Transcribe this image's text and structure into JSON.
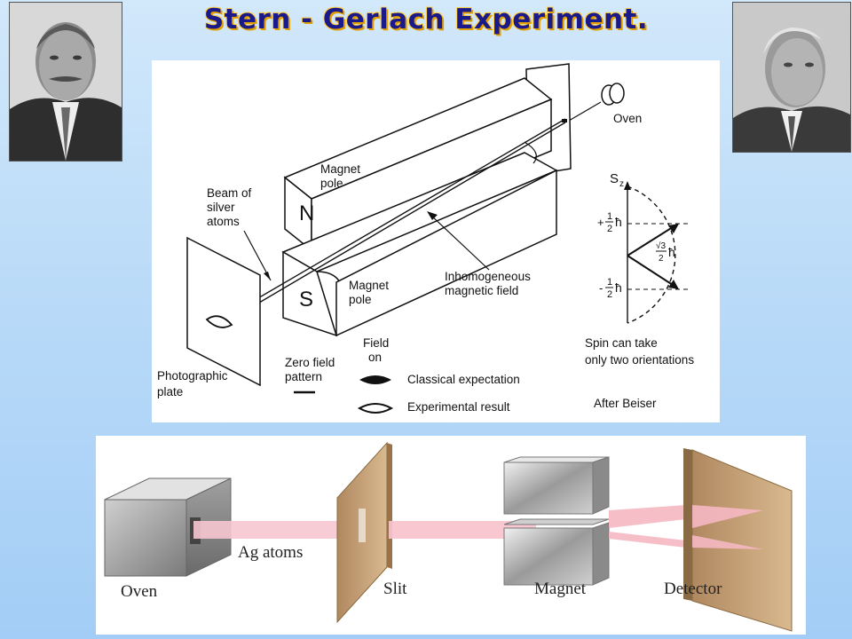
{
  "title": "Stern - Gerlach Experiment.",
  "portraits": {
    "left": {
      "kind": "portrait-photo"
    },
    "right": {
      "kind": "portrait-photo"
    }
  },
  "top_diagram": {
    "oven": "Oven",
    "magnet_pole_n": [
      "Magnet",
      "pole"
    ],
    "pole_n": "N",
    "magnet_pole_s": [
      "Magnet",
      "pole"
    ],
    "pole_s": "S",
    "beam": [
      "Beam of",
      "silver",
      "atoms"
    ],
    "inhomogeneous": [
      "Inhomogeneous",
      "magnetic field"
    ],
    "photographic_plate": [
      "Photographic",
      "plate"
    ],
    "zero_field": [
      "Zero field",
      "pattern"
    ],
    "field_on": [
      "Field",
      "on"
    ],
    "classical": "Classical expectation",
    "experimental": "Experimental result",
    "spin_note": [
      "Spin can take",
      "only two orientations"
    ],
    "credit": "After Beiser",
    "sz": "S",
    "sz_sub": "z",
    "plus_sign": "+",
    "minus_sign": "-",
    "half_num": "1",
    "half_den": "2",
    "hbar": "ħ",
    "sqrt_num": "√3",
    "sqrt_den": "2"
  },
  "bottom_diagram": {
    "oven": "Oven",
    "ag_atoms": "Ag atoms",
    "slit": "Slit",
    "magnet": "Magnet",
    "detector": "Detector"
  },
  "colors": {
    "title": "#1a1a8a",
    "title_outline": "#f0b400",
    "beam_pink": "#f7c6cf",
    "slit_wood": "#c8a47a"
  }
}
